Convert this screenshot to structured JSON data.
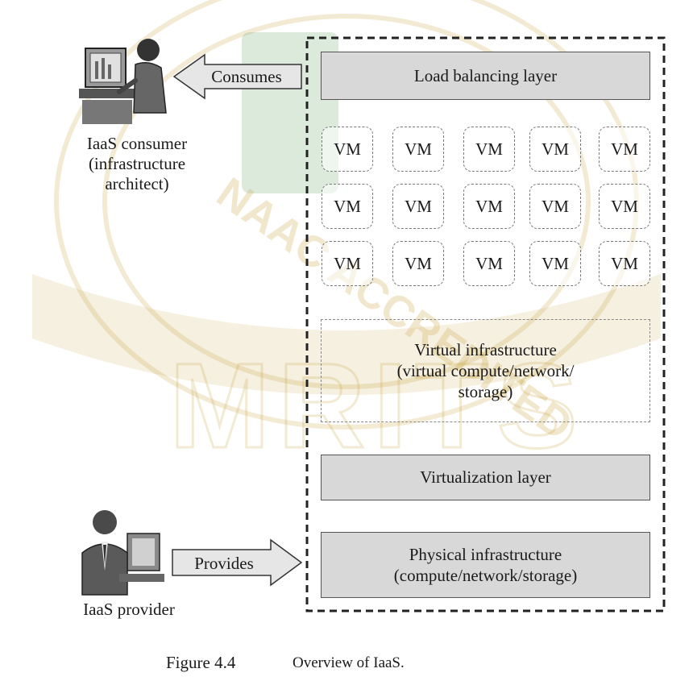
{
  "watermark": {
    "ring_text": "NAAC ACCREDITED",
    "big_text": "MRITS",
    "color": "#c9a23c"
  },
  "consumer": {
    "label": "IaaS consumer\n(infrastructure\narchitect)",
    "arrow_label": "Consumes",
    "icon": "computer-user-icon"
  },
  "provider": {
    "label": "IaaS provider",
    "arrow_label": "Provides",
    "icon": "businessman-icon"
  },
  "layers": {
    "load_balancing": "Load balancing layer",
    "virtual_infrastructure": "Virtual infrastructure\n(virtual compute/network/\nstorage)",
    "virtualization": "Virtualization layer",
    "physical": "Physical infrastructure\n(compute/network/storage)"
  },
  "vm_grid": {
    "label": "VM",
    "rows": 3,
    "cols": 5
  },
  "caption": {
    "figure": "Figure 4.4",
    "text": "Overview of IaaS."
  },
  "colors": {
    "layer_fill": "#d8d8d8",
    "arrow_fill": "#e6e6e6",
    "outline": "#333333"
  }
}
